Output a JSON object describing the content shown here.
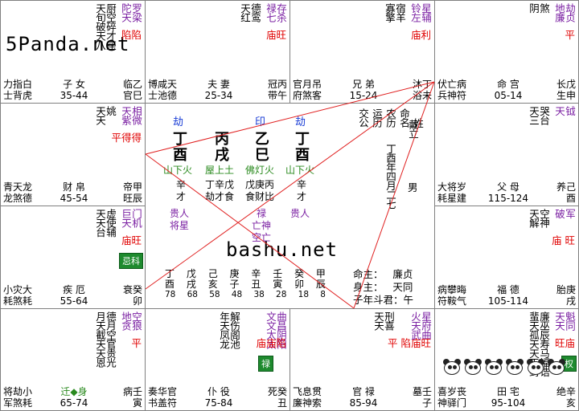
{
  "watermarks": {
    "top_left": "5Panda.net",
    "center": "bashu.net"
  },
  "palaces": [
    {
      "id": "si",
      "major": "陀天\n罗梁",
      "minor": "天旬破天八\n厨空碎才座",
      "brightness": "陷陷",
      "god_left": "力指白\n士背虎",
      "name": "子 女",
      "range": "35-44",
      "state": "临乙\n官巳",
      "stem": "",
      "badge": ""
    },
    {
      "id": "wu",
      "major": "禄七\n存杀",
      "minor": "天红\n德鸾",
      "brightness": "庙旺",
      "god_left": "博咸天\n士池德",
      "name": "夫 妻",
      "range": "25-34",
      "state": "冠丙\n带午",
      "stem": "",
      "badge": ""
    },
    {
      "id": "wei",
      "major": "铃左\n星辅",
      "minor": "寡擎\n宿羊",
      "brightness": "庙利",
      "god_left": "官月吊\n府煞客",
      "name": "兄 弟",
      "range": "15-24",
      "state": "沐丁\n浴未",
      "stem": "",
      "badge": ""
    },
    {
      "id": "shen",
      "major": "地廉\n劫贞",
      "minor": "阴\n煞",
      "brightness": "平",
      "god_left": "伏亡病\n兵神符",
      "name": "命 宫",
      "range": "05-14",
      "state": "长戊\n生申",
      "stem": "",
      "badge": ""
    },
    {
      "id": "chen",
      "major": "天紫\n相微",
      "minor": "天天\n姚",
      "brightness": "平得得",
      "god_left": "青天龙\n龙煞德",
      "name": "财 帛",
      "range": "45-54",
      "state": "帝甲\n旺辰",
      "stem": "",
      "badge": ""
    },
    {
      "id": "you",
      "major": "天\n钺",
      "minor": "天三\n哭台",
      "brightness": "",
      "god_left": "大将岁\n耗星建",
      "name": "父 母",
      "range": "115-124",
      "state": "养己\n酉",
      "stem": "",
      "badge": ""
    },
    {
      "id": "mao",
      "major": "巨天\n门机",
      "minor": "天天台\n虚使辅",
      "brightness": "庙旺",
      "god_left": "小灾大\n耗煞耗",
      "name": "疾 厄",
      "range": "55-64",
      "state": "衰癸\n卯",
      "stem": "",
      "badge": "忌科"
    },
    {
      "id": "xu",
      "major": "破\n军",
      "minor": "天解\n空神",
      "brightness": "庙 旺",
      "god_left": "病攀晦\n符鞍气",
      "name": "福 德",
      "range": "105-114",
      "state": "胎庚\n戌",
      "stem": "",
      "badge": ""
    },
    {
      "id": "yin",
      "major": "地贪\n空狼",
      "minor": "月天截天天恩\n德月空官贵光",
      "brightness": "平",
      "god_left": "将劫小\n军煞耗",
      "name": "迁◆身",
      "range": "65-74",
      "state": "病壬\n寅",
      "stem": "",
      "badge": ""
    },
    {
      "id": "chou",
      "major": "文文太太\n曲昌阴阳",
      "minor": "年天凤龙\n解伤阁池",
      "brightness": "庙庙陷",
      "god_left": "奏华官\n书盖符",
      "name": "仆 役",
      "range": "75-84",
      "state": "死癸\n丑",
      "stem": "",
      "badge": "禄"
    },
    {
      "id": "zi",
      "major": "火天武\n星府曲",
      "minor": "天天\n刑喜",
      "brightness": "平  陷庙旺",
      "god_left": "飞息贯\n廉神索",
      "name": "官 禄",
      "range": "85-94",
      "state": "墓壬\n子",
      "stem": "",
      "badge": ""
    },
    {
      "id": "hai",
      "major": "天天\n魁同",
      "minor": "蜚天孤天天天封\n廉巫辰寿马福诰",
      "brightness": "旺庙",
      "god_left": "喜岁丧\n神驿门",
      "name": "田 宅",
      "range": "95-104",
      "state": "绝辛\n亥",
      "stem": "",
      "badge": "权"
    }
  ],
  "center": {
    "jie_labels": [
      "劫",
      "印",
      "劫"
    ],
    "pillars_stem": [
      "丁",
      "丙",
      "乙",
      "丁"
    ],
    "pillars_branch": [
      "酉",
      "戌",
      "巳",
      "酉"
    ],
    "nayin": [
      "山下火",
      "屋上土",
      "佛灯火",
      "山下火"
    ],
    "hidden": [
      "辛\n才",
      "丁辛戊\n劫才食",
      "戊庚丙\n食财比",
      "辛\n才"
    ],
    "shensha_left": "贵人\n将星",
    "shensha_mid": "禄\n亡神\n空亡",
    "shensha_right": "贵人",
    "header_cols": [
      "交公",
      "运历",
      "农历",
      "命名",
      "姓"
    ],
    "header_rows": [
      "∶",
      "∶",
      "∶",
      "∶"
    ],
    "lunar": "丁酉年四月二七",
    "name_text": "戴立",
    "gender": "男",
    "dayun_stems": [
      "丁",
      "戊",
      "己",
      "庚",
      "辛",
      "壬",
      "癸",
      "甲"
    ],
    "dayun_branches": [
      "酉",
      "戌",
      "亥",
      "子",
      "丑",
      "寅",
      "卯",
      "辰"
    ],
    "dayun_ages": [
      "78",
      "68",
      "58",
      "48",
      "38",
      "28",
      "18",
      "8"
    ],
    "ming_zhu": "命主：   廉贞",
    "shen_zhu": "身主：   天同",
    "zi_dou": "子年斗君：午"
  }
}
